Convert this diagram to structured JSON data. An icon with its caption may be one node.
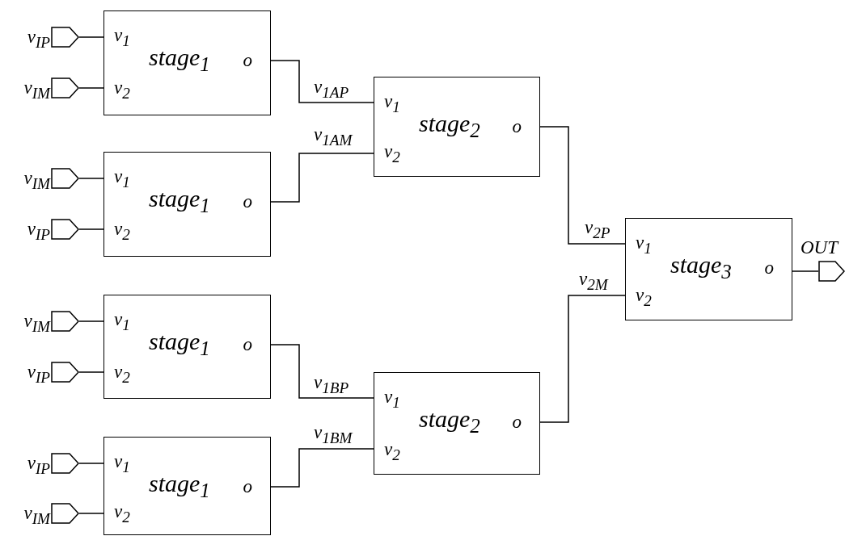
{
  "diagram": {
    "nodes": [
      {
        "text": [],
        "shape": "pentagon",
        "beside": [
          "v$_{IP}$"
        ]
      },
      {
        "text": [],
        "shape": "pentagon",
        "beside": [
          "v$_{IM}$"
        ]
      },
      {
        "text": [
          "v$_{1}$",
          "stage$_{1}$",
          "o",
          "v$_{2}$"
        ]
      },
      {
        "text": [],
        "shape": "pentagon",
        "beside": [
          "v$_{IM}$"
        ]
      },
      {
        "text": [],
        "shape": "pentagon",
        "beside": [
          "v$_{IP}$"
        ]
      },
      {
        "text": [
          "v$_{1}$",
          "stage$_{1}$",
          "o",
          "v$_{2}$"
        ]
      },
      {
        "text": [
          "v$_{1}$",
          "stage$_{2}$",
          "o",
          "v$_{2}$"
        ]
      },
      {
        "text": [
          "v$_{1}$",
          "stage$_{3}$",
          "o",
          "v$_{2}$"
        ]
      },
      {
        "text": [],
        "shape": "pentagon",
        "beside": [
          "OUT"
        ]
      },
      {
        "text": [],
        "shape": "pentagon",
        "beside": [
          "v$_{IM}$"
        ]
      },
      {
        "text": [],
        "shape": "pentagon",
        "beside": [
          "v$_{IP}$"
        ]
      },
      {
        "text": [
          "v$_{1}$",
          "stage$_{1}$",
          "o",
          "v$_{2}$"
        ]
      },
      {
        "text": [
          "v$_{1}$",
          "stage$_{2}$",
          "o",
          "v$_{2}$"
        ]
      },
      {
        "text": [],
        "shape": "pentagon",
        "beside": [
          "v$_{IP}$"
        ]
      },
      {
        "text": [],
        "shape": "pentagon",
        "beside": [
          "v$_{IM}$"
        ]
      },
      {
        "text": [
          "v$_{1}$",
          "stage$_{1}$",
          "o",
          "v$_{2}$"
        ]
      }
    ],
    "edges": [
      {
        "from": 0,
        "to": 2,
        "arrow": "none"
      },
      {
        "from": 1,
        "to": 2,
        "arrow": "none"
      },
      {
        "from": 3,
        "to": 5,
        "arrow": "none"
      },
      {
        "from": 4,
        "to": 5,
        "arrow": "none"
      },
      {
        "from": 2,
        "to": 6,
        "arrow": "none",
        "label": "v$_{1AP}$"
      },
      {
        "from": 5,
        "to": 6,
        "arrow": "none",
        "label": "v$_{1AM}$"
      },
      {
        "from": 6,
        "to": 7,
        "arrow": "none",
        "label": "v$_{2P}$"
      },
      {
        "from": 9,
        "to": 11,
        "arrow": "none"
      },
      {
        "from": 10,
        "to": 11,
        "arrow": "none"
      },
      {
        "from": 11,
        "to": 12,
        "arrow": "none",
        "label": "v$_{1BP}$"
      },
      {
        "from": 13,
        "to": 15,
        "arrow": "none"
      },
      {
        "from": 14,
        "to": 15,
        "arrow": "none"
      },
      {
        "from": 15,
        "to": 12,
        "arrow": "none",
        "label": "v$_{1BM}$"
      },
      {
        "from": 12,
        "to": 7,
        "arrow": "none",
        "label": "v$_{2M}$"
      },
      {
        "from": 7,
        "to": 8,
        "arrow": "none"
      }
    ]
  }
}
